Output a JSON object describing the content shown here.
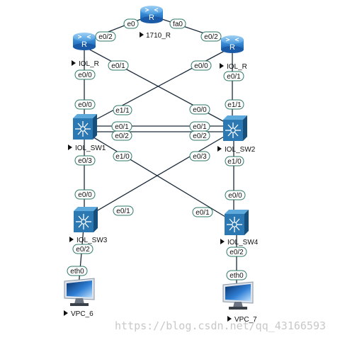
{
  "colors": {
    "router_top": "#4aa3e8",
    "router_bottom": "#1d63b3",
    "switch_dark": "#164e7c",
    "switch_face": "#2b78b3",
    "switch_light": "#5ea9db",
    "link": "#1a2a3a",
    "pill_border": "#2f7a6a",
    "pill_fill": "#ffffff"
  },
  "nodes": {
    "r_1710": {
      "label": "1710_R",
      "icon": "router-icon"
    },
    "r_left": {
      "label": "IOL_R",
      "icon": "router-icon"
    },
    "r_right": {
      "label": "IOL_R",
      "icon": "router-icon"
    },
    "sw1": {
      "label": "IOL_SW1",
      "icon": "switch-icon"
    },
    "sw2": {
      "label": "IOL_SW2",
      "icon": "switch-icon"
    },
    "sw3": {
      "label": "IOL_SW3",
      "icon": "switch-icon"
    },
    "sw4": {
      "label": "IOL_SW4",
      "icon": "switch-icon"
    },
    "vpc6": {
      "label": "VPC_6",
      "icon": "pc-monitor-icon"
    },
    "vpc7": {
      "label": "VPC_7",
      "icon": "pc-monitor-icon"
    }
  },
  "ports": {
    "rl_e0_2": "e0/2",
    "r1710_e0": "e0",
    "r1710_fa0": "fa0",
    "rr_e0_2": "e0/2",
    "rl_e0_1": "e0/1",
    "rl_e0_0": "e0/0",
    "rr_e0_0": "e0/0",
    "rr_e0_1": "e0/1",
    "sw1_e0_0_top": "e0/0",
    "sw1_e1_1": "e1/1",
    "sw1_e0_1": "e0/1",
    "sw1_e0_2": "e0/2",
    "sw2_e0_0": "e0/0",
    "sw2_e1_1": "e1/1",
    "sw2_e0_1": "e0/1",
    "sw2_e0_2": "e0/2",
    "sw1_e0_3": "e0/3",
    "sw1_e1_0": "e1/0",
    "sw2_e0_3": "e0/3",
    "sw2_e1_0": "e1/0",
    "sw3_e0_0": "e0/0",
    "sw3_e0_1": "e0/1",
    "sw4_e0_1": "e0/1",
    "sw4_e0_0": "e0/0",
    "sw3_e0_2": "e0/2",
    "sw4_e0_2": "e0/2",
    "vpc6_eth0": "eth0",
    "vpc7_eth0": "eth0"
  },
  "watermark": "https://blog.csdn.net/qq_43166593"
}
